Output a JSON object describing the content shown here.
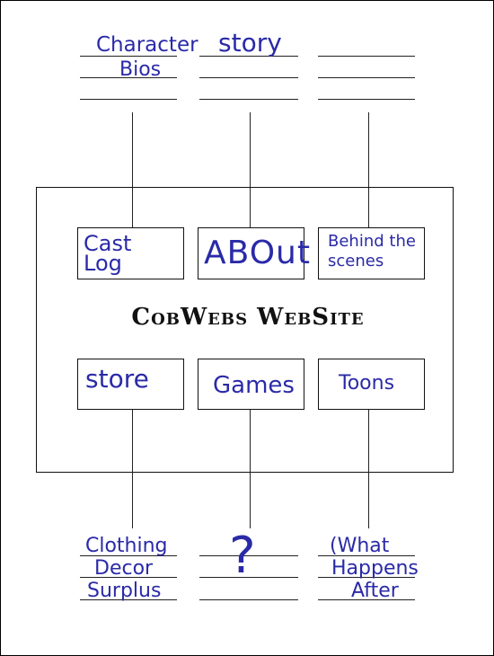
{
  "title": "CobWebs WebSite",
  "top_notes": {
    "left": [
      "Character",
      "Bios"
    ],
    "middle": [
      "story"
    ]
  },
  "boxes_top": [
    "Cast Log",
    "ABOut",
    "Behind the scenes"
  ],
  "boxes_bottom": [
    "store",
    "Games",
    "Toons"
  ],
  "bottom_notes": {
    "left": [
      "Clothing",
      "Decor",
      "Surplus"
    ],
    "middle": [
      "?"
    ],
    "right": [
      "(What",
      "Happens",
      "After"
    ]
  },
  "colors": {
    "ink": "#2a2aa8",
    "lines": "#222222"
  }
}
